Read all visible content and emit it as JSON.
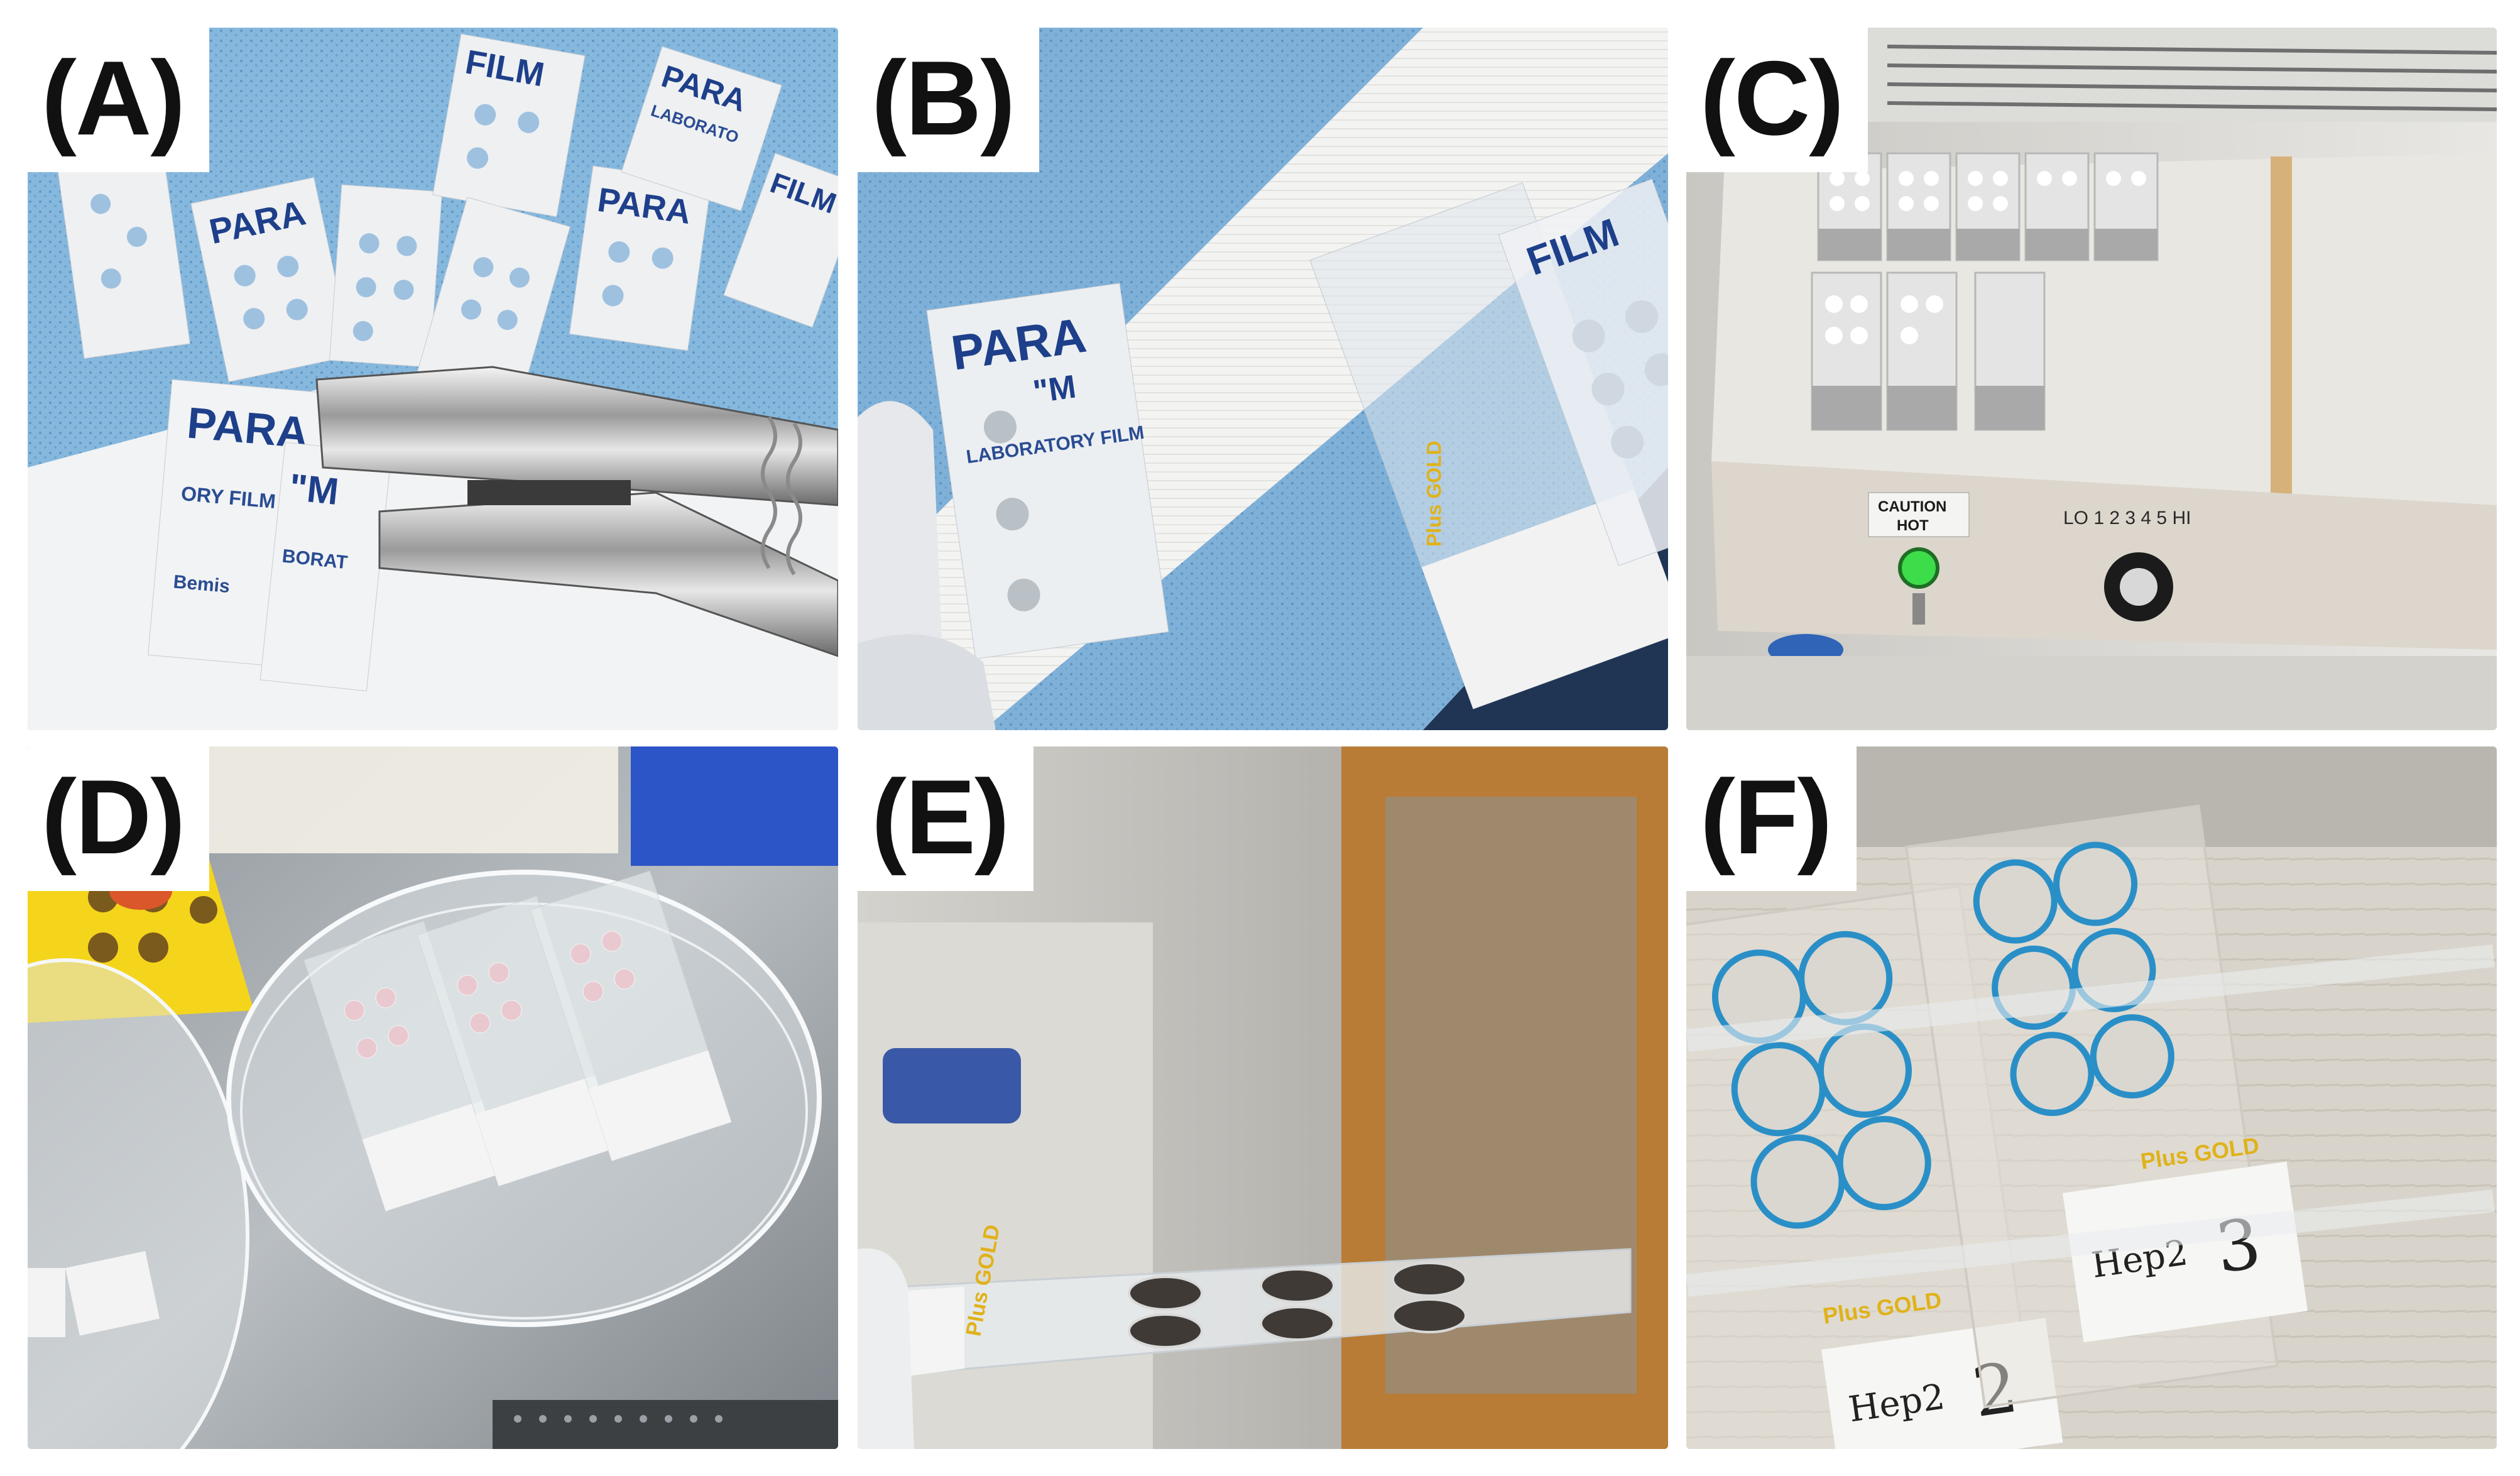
{
  "panels": [
    {
      "id": "A",
      "label": "(A)"
    },
    {
      "id": "B",
      "label": "(B)"
    },
    {
      "id": "C",
      "label": "(C)"
    },
    {
      "id": "D",
      "label": "(D)"
    },
    {
      "id": "E",
      "label": "(E)"
    },
    {
      "id": "F",
      "label": "(F)"
    }
  ],
  "film_text": {
    "para": "PARA",
    "film": "FILM",
    "m": "\"M",
    "laboratory": "LABORATORY FILM",
    "labor": "LABORATO",
    "ory_film": "ORY FILM",
    "borat": "BORAT",
    "bemis": "Bemis"
  },
  "slide_text": {
    "plus_gold": "Plus GOLD",
    "caution": "CAUTION",
    "hot": "HOT",
    "dial_scale": "LO 1 2 3 4 5 HI",
    "hep2": "Hep2",
    "slide_2": "2",
    "slide_3": "3"
  },
  "colors": {
    "drape_blue": "#7fb2d9",
    "film_blue": "#1e3f8a",
    "gold_text": "#e0b21a",
    "hot_plate": "#e9e7e2",
    "indicator_green": "#3ddc4a",
    "stain_blue": "#2a8fc7"
  }
}
